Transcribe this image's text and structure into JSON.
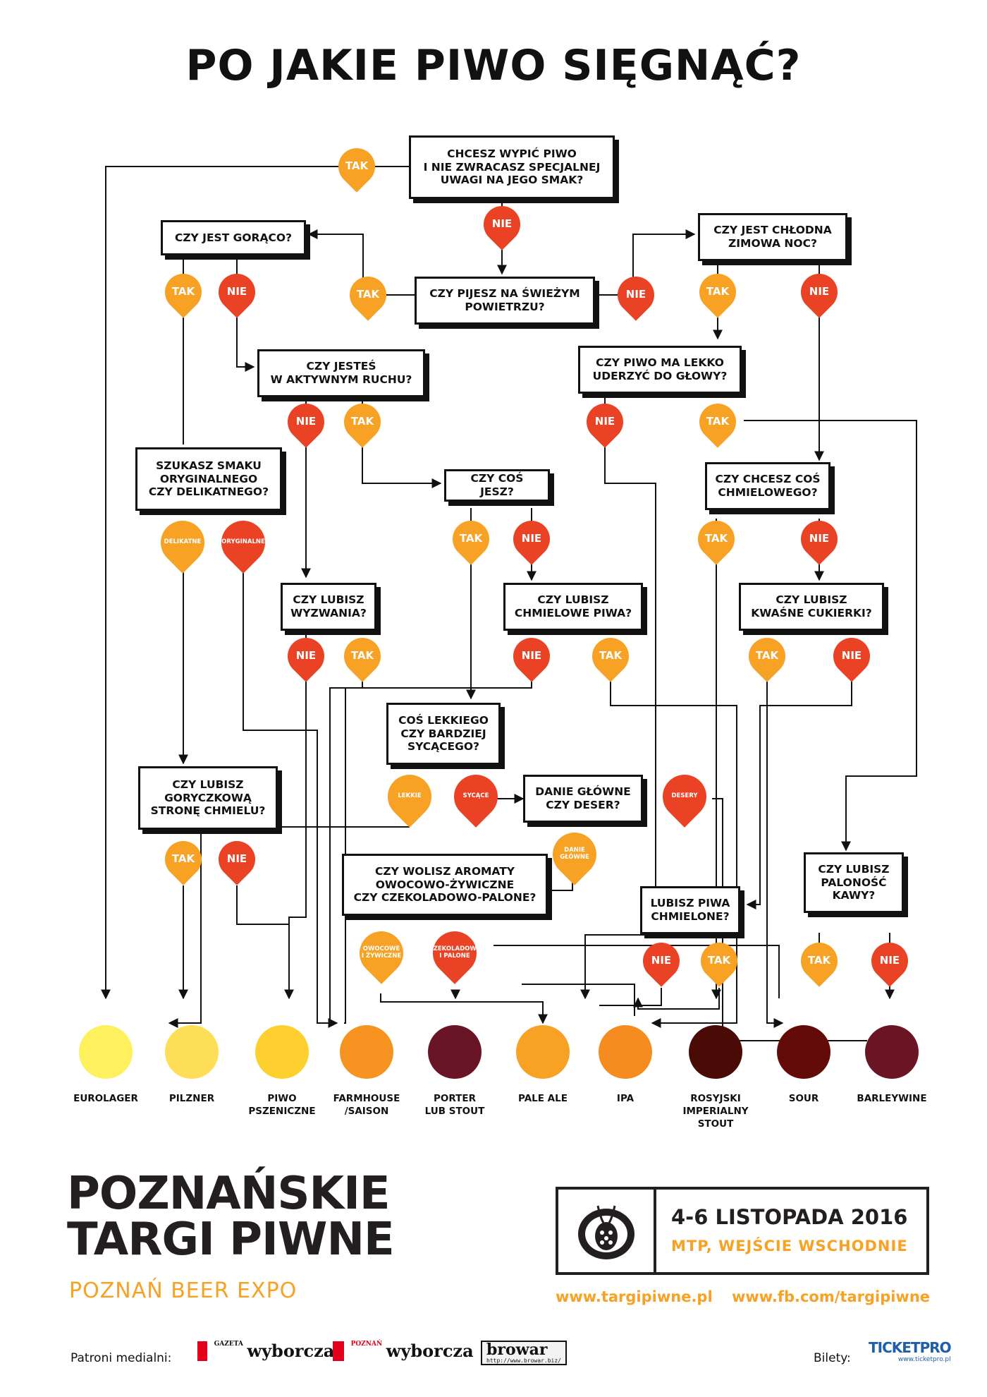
{
  "title": "PO JAKIE PIWO SIĘGNĄĆ?",
  "questions": {
    "q_taste": "CHCESZ WYPIĆ PIWO\nI NIE ZWRACASZ SPECJALNEJ\nUWAGI NA JEGO SMAK?",
    "q_hot": "CZY JEST GORĄCO?",
    "q_fresh_air": "CZY PIJESZ NA ŚWIEŻYM\nPOWIETRZU?",
    "q_winter": "CZY JEST CHŁODNA\nZIMOWA NOC?",
    "q_active": "CZY JESTEŚ\nW AKTYWNYM RUCHU?",
    "q_strong": "CZY PIWO MA LEKKO\nUDERZYĆ DO GŁOWY?",
    "q_original": "SZUKASZ SMAKU\nORYGINALNEGO\nCZY DELIKATNEGO?",
    "q_eat": "CZY COŚ JESZ?",
    "q_hoppy": "CZY CHCESZ COŚ\nCHMIELOWEGO?",
    "q_challenge": "CZY LUBISZ\nWYZWANIA?",
    "q_hoppy_beers": "CZY LUBISZ\nCHMIELOWE PIWA?",
    "q_sour_candy": "CZY LUBISZ\nKWAŚNE CUKIERKI?",
    "q_light": "COŚ LEKKIEGO\nCZY BARDZIEJ\nSYCĄCEGO?",
    "q_bitter": "CZY LUBISZ\nGORYCZKOWĄ\nSTRONĘ CHMIELU?",
    "q_dish": "DANIE GŁÓWNE\nCZY DESER?",
    "q_aroma": "CZY WOLISZ AROMATY\nOWOCOWO-ŻYWICZNE\nCZY CZEKOLADOWO-PALONE?",
    "q_hopped": "LUBISZ PIWA\nCHMIELONE?",
    "q_coffee": "CZY LUBISZ\nPALONOŚĆ\nKAWY?"
  },
  "answers": {
    "yes": "TAK",
    "no": "NIE",
    "delicate": "DELIKATNE",
    "original": "ORYGINALNE",
    "light": "LEKKIE",
    "filling": "SYCĄCE",
    "desserts": "DESERY",
    "main_dish": "DANIE\nGŁÓWNE",
    "fruity": "OWOCOWE\nI ŻYWICZNE",
    "chocolate": "CZEKOLADOWE\nI PALONE"
  },
  "beers": [
    {
      "name": "EUROLAGER",
      "color": "#fff15e"
    },
    {
      "name": "PILZNER",
      "color": "#ffde57"
    },
    {
      "name": "PIWO\nPSZENICZNE",
      "color": "#fdd02f"
    },
    {
      "name": "FARMHOUSE\n/SAISON",
      "color": "#f69321"
    },
    {
      "name": "PORTER\nLUB STOUT",
      "color": "#6a1525"
    },
    {
      "name": "PALE ALE",
      "color": "#f8a225"
    },
    {
      "name": "IPA",
      "color": "#f68b1f"
    },
    {
      "name": "ROSYJSKI\nIMPERIALNY\nSTOUT",
      "color": "#4a0b07"
    },
    {
      "name": "SOUR",
      "color": "#630b08"
    },
    {
      "name": "BARLEYWINE",
      "color": "#6b1423"
    }
  ],
  "colors": {
    "yes": "#f7a125",
    "no": "#ea4224",
    "ink": "#111111"
  },
  "event": {
    "name": "POZNAŃSKIE\nTARGI PIWNE",
    "subtitle": "POZNAŃ BEER EXPO",
    "date": "4-6 LISTOPADA 2016",
    "venue": "MTP, WEJŚCIE WSCHODNIE",
    "website": "www.targipiwne.pl",
    "facebook": "www.fb.com/targipiwne"
  },
  "footer": {
    "patrons_label": "Patroni medialni:",
    "tickets_label": "Bilety:",
    "gazeta_small": "GAZETA",
    "gazeta": "wyborcza",
    "poznan_small": "POZNAŃ",
    "poznan": "wyborcza",
    "browar": "browar",
    "browar_url": "http://www.browar.biz/",
    "ticketpro": "TICKETPRO",
    "ticketpro_url": "www.ticketpro.pl"
  }
}
